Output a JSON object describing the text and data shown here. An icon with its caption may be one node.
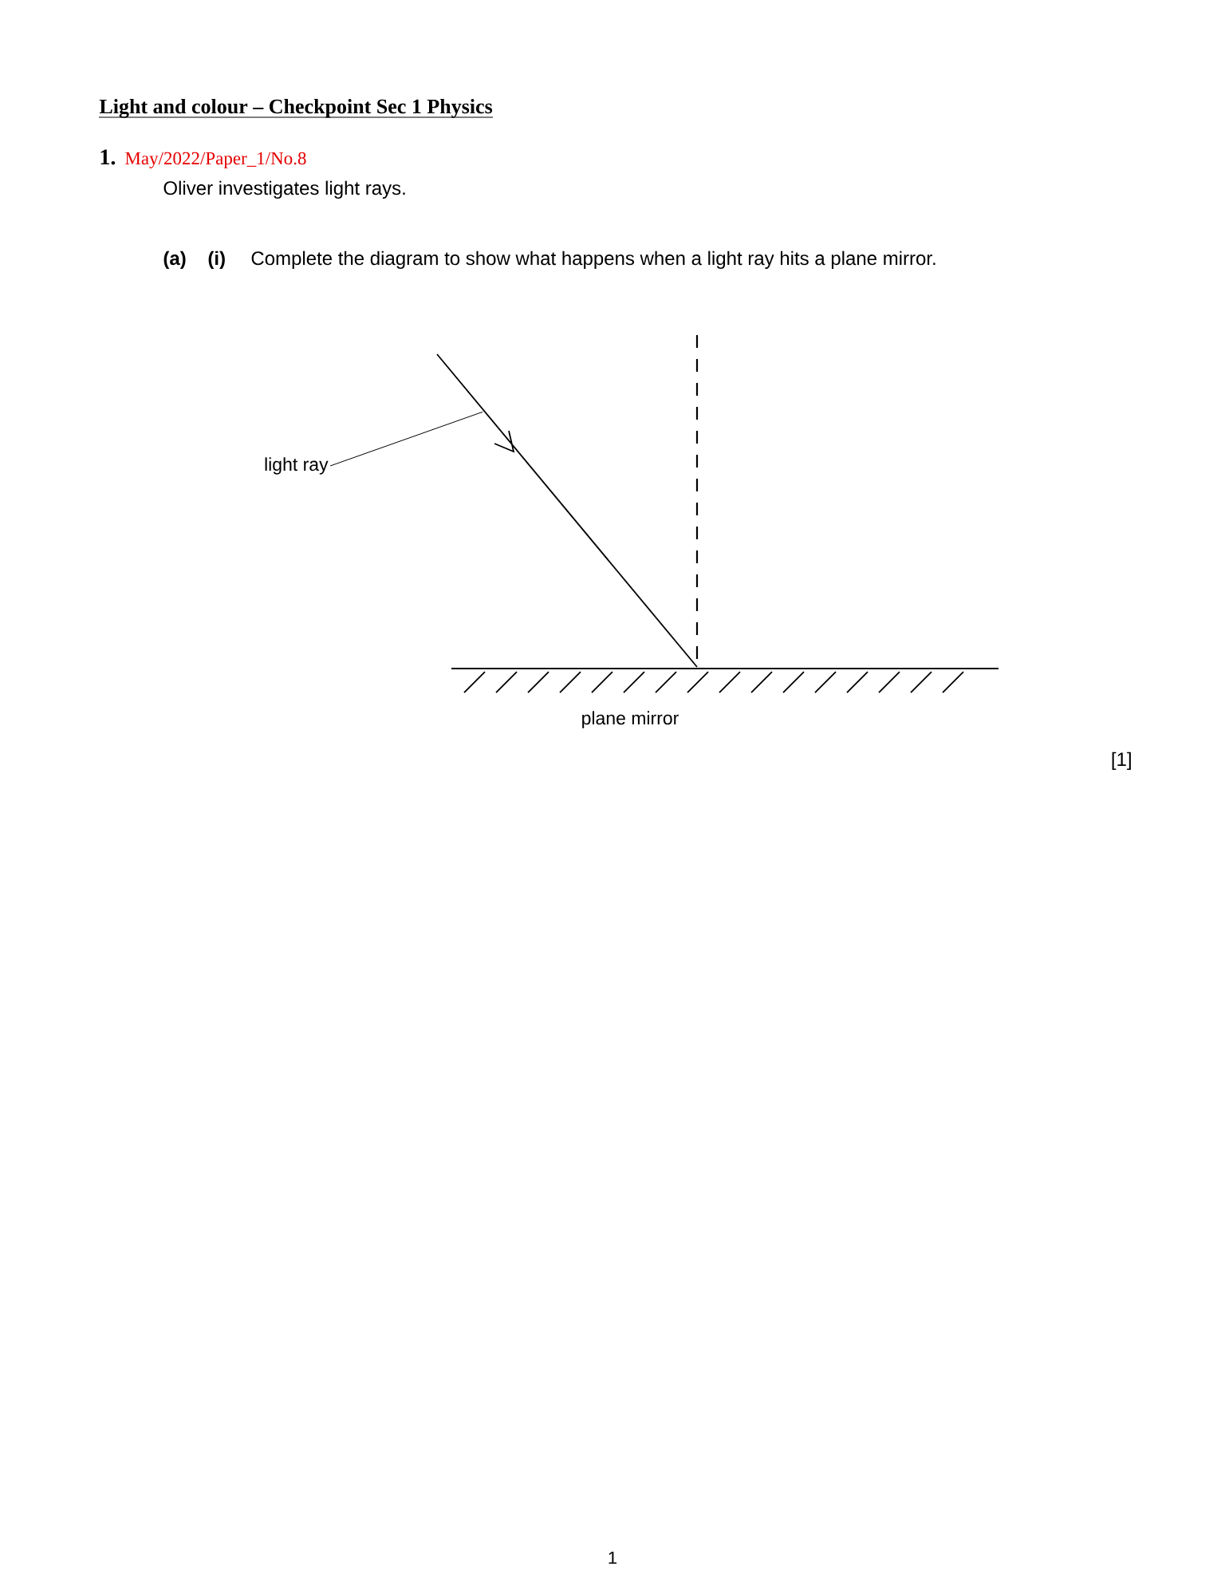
{
  "diagram": {
    "title": "Light and colour – Checkpoint Sec 1 Physics",
    "nodes": [
      {
        "text": [
          "light ray"
        ]
      },
      {
        "text": [],
        "shape": "line"
      }
    ],
    "edges": [
      {
        "from": 0,
        "to": 1,
        "arrow": "none"
      }
    ],
    "labels": [
      "1.",
      "May/2022/Paper_1/No.8",
      "Oliver investigates light rays.",
      "(a)",
      "(i)",
      "Complete the diagram to show what happens when a light ray hits a plane mirror.",
      "plane mirror",
      "[1]",
      "1"
    ]
  }
}
